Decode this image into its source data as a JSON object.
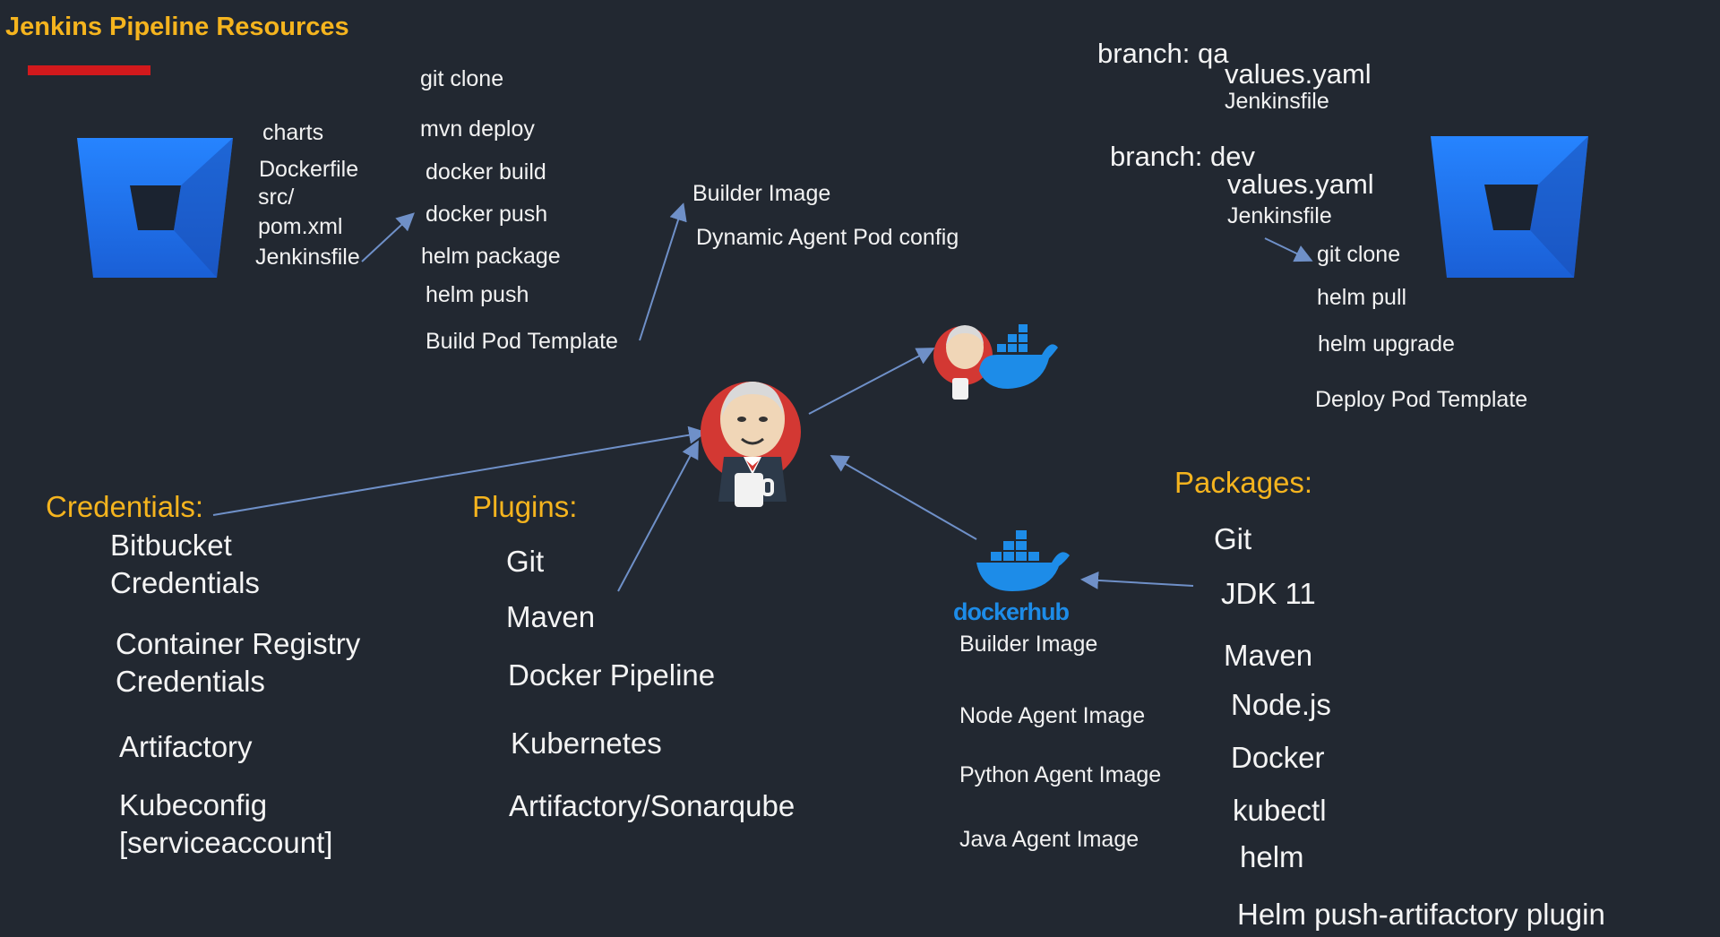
{
  "title": "Jenkins Pipeline Resources",
  "left_repo": {
    "files": [
      "charts",
      "Dockerfile",
      "src/",
      "pom.xml",
      "Jenkinsfile"
    ]
  },
  "build_steps": [
    "git clone",
    "mvn deploy",
    "docker build",
    "docker push",
    "helm package",
    "helm push",
    "Build Pod Template"
  ],
  "builder_config": [
    "Builder Image",
    "Dynamic Agent Pod config"
  ],
  "right_repo": {
    "qa_branch": "branch: qa",
    "qa_files": [
      "values.yaml",
      "Jenkinsfile"
    ],
    "dev_branch": "branch: dev",
    "dev_files": [
      "values.yaml",
      "Jenkinsfile"
    ],
    "deploy_steps": [
      "git clone",
      "helm pull",
      "helm upgrade",
      "Deploy Pod Template"
    ]
  },
  "credentials": {
    "heading": "Credentials:",
    "items": [
      "Bitbucket",
      "Credentials",
      "Container Registry",
      "Credentials",
      "Artifactory",
      "Kubeconfig",
      "[serviceaccount]"
    ]
  },
  "plugins": {
    "heading": "Plugins:",
    "items": [
      "Git",
      "Maven",
      "Docker Pipeline",
      "Kubernetes",
      "Artifactory/Sonarqube"
    ]
  },
  "dockerhub": {
    "logo_text": "dockerhub",
    "images": [
      "Builder Image",
      "Node Agent Image",
      "Python Agent Image",
      "Java Agent Image"
    ]
  },
  "packages": {
    "heading": "Packages:",
    "items": [
      "Git",
      "JDK 11",
      "Maven",
      "Node.js",
      "Docker",
      "kubectl",
      "helm",
      "Helm push-artifactory plugin"
    ]
  },
  "colors": {
    "background": "#222831",
    "heading": "#f5b41e",
    "accent_red": "#d2191c",
    "bitbucket_blue": "#1f6ff0",
    "docker_blue": "#1d8ce8",
    "arrow": "#6f90c8"
  },
  "icons": [
    "bitbucket-icon",
    "jenkins-icon",
    "jenkins-docker-icon",
    "dockerhub-icon"
  ]
}
